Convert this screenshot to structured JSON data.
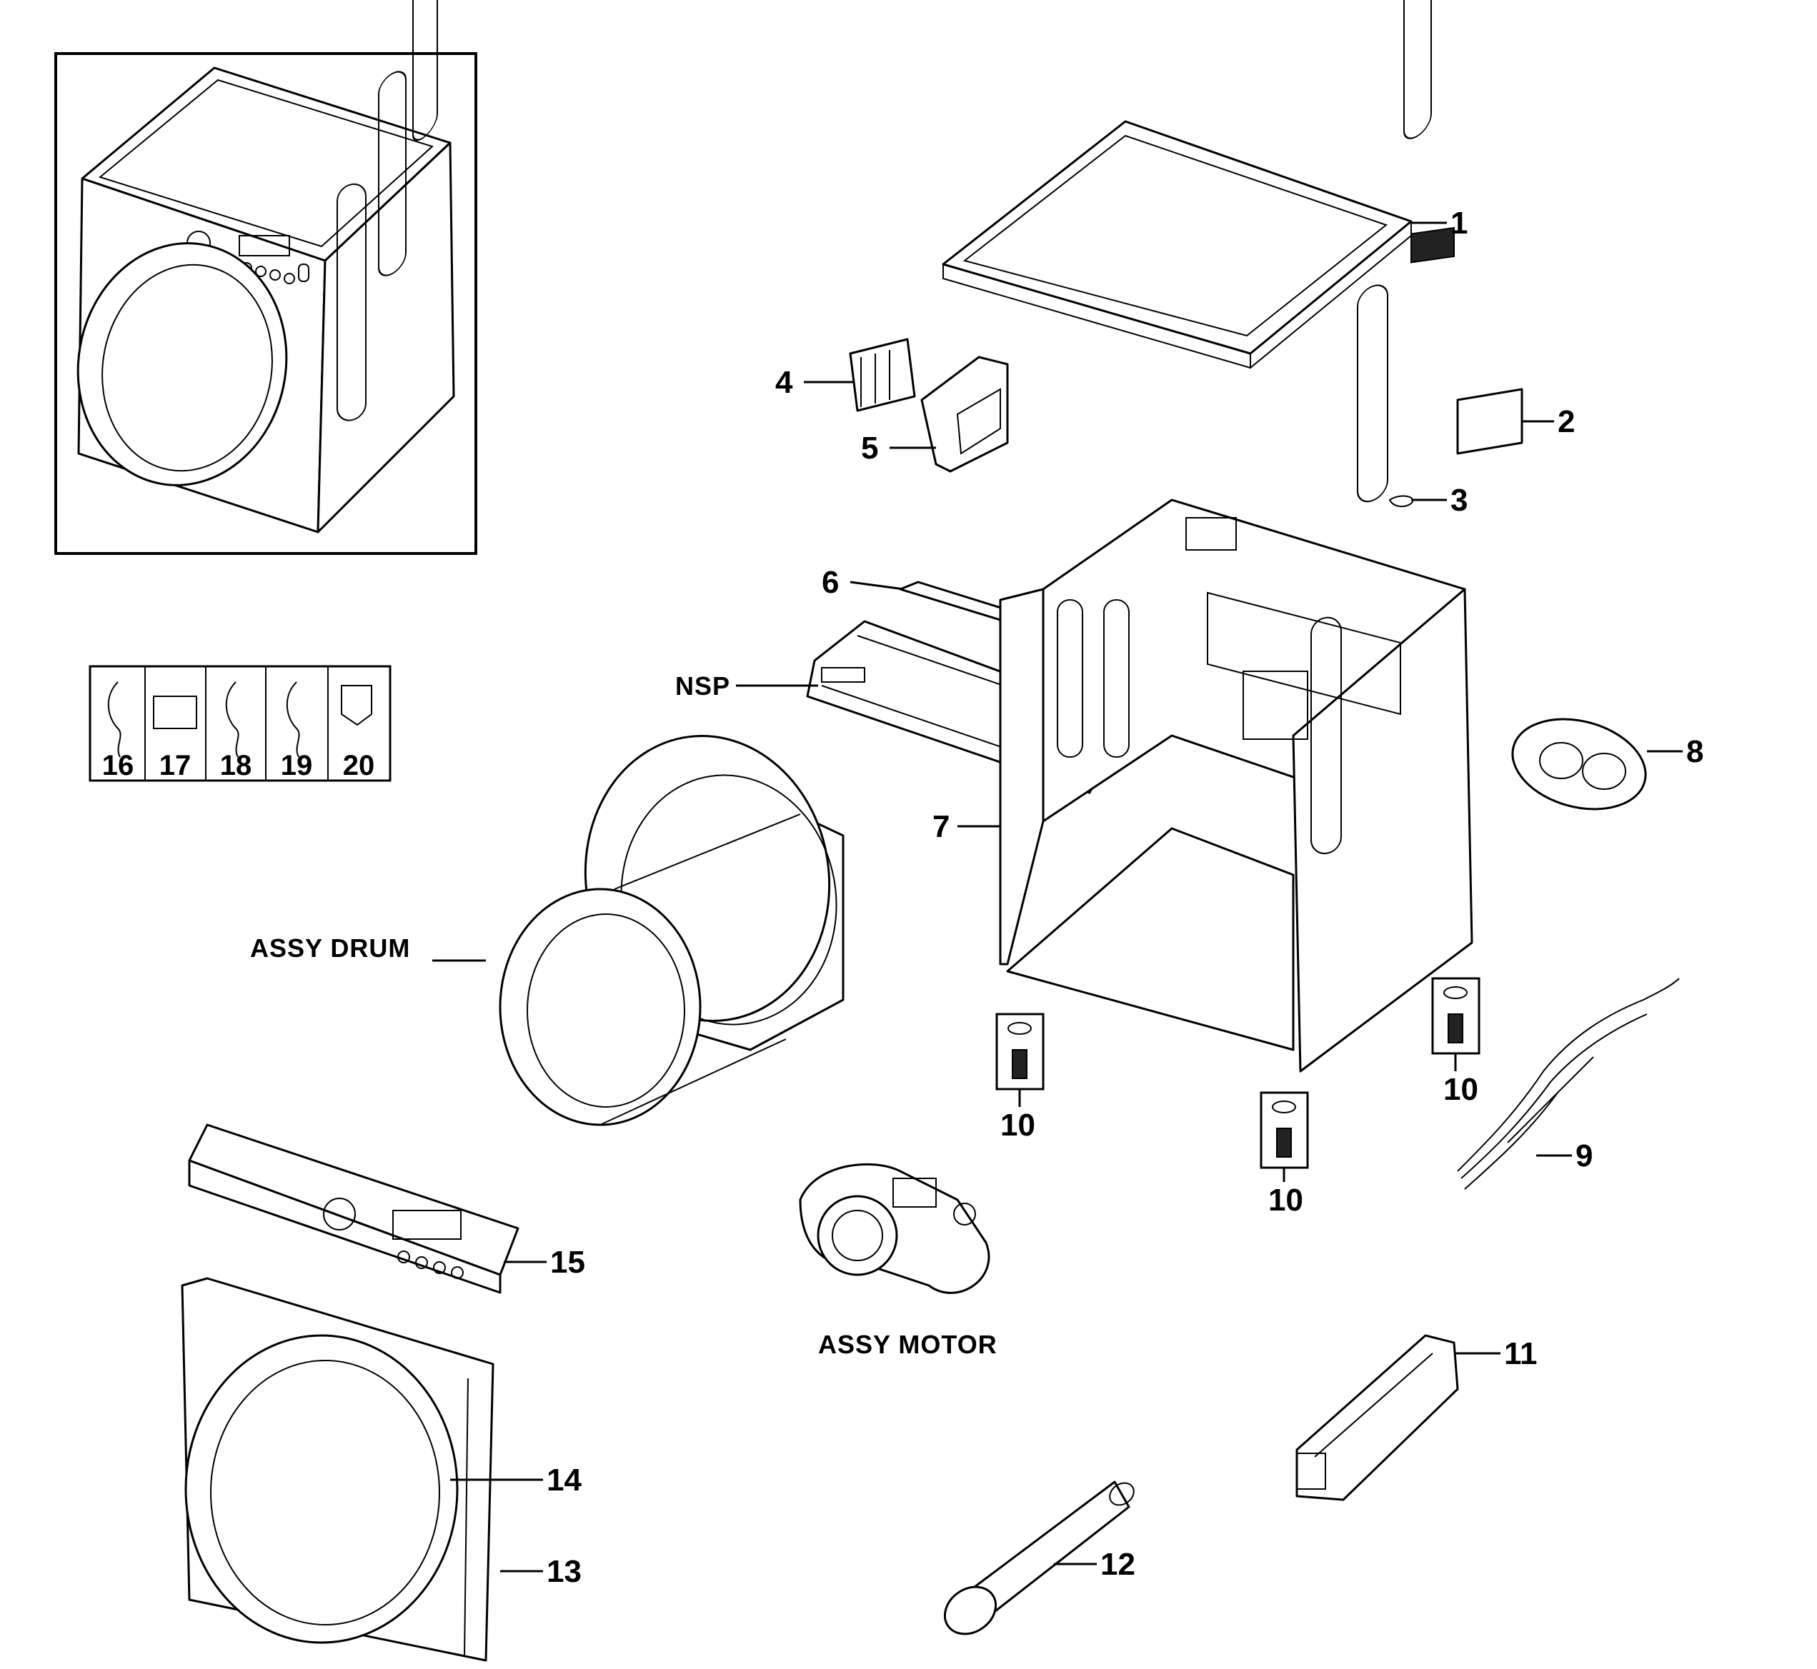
{
  "diagram": {
    "callouts": {
      "c1": "1",
      "c2": "2",
      "c3": "3",
      "c4": "4",
      "c5": "5",
      "c6": "6",
      "c7": "7",
      "c8": "8",
      "c9": "9",
      "c10a": "10",
      "c10b": "10",
      "c10c": "10",
      "c11": "11",
      "c12": "12",
      "c13": "13",
      "c14": "14",
      "c15": "15",
      "nsp": "NSP",
      "assy_drum": "ASSY DRUM",
      "assy_motor": "ASSY MOTOR"
    },
    "kit": [
      "16",
      "17",
      "18",
      "19",
      "20"
    ]
  }
}
